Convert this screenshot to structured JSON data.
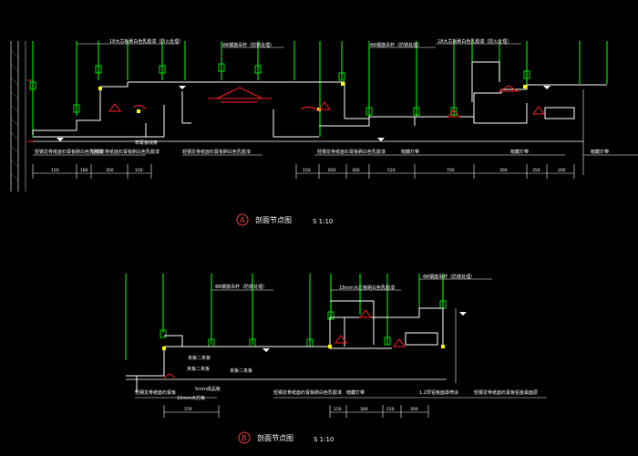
{
  "section_a": {
    "marker": "A",
    "title": "剖面节点图",
    "scale": "S 1:10",
    "notes": {
      "note1": "18大芯板刷白色乳胶漆（防火处理）",
      "note2": "Φ8钢筋吊杆（防锈处理）",
      "note3": "Φ8钢筋吊杆（防锈处理）",
      "note4": "18大芯板刷白色乳胶漆（防火处理）",
      "bottom1": "轻钢龙骨纸面石膏板刷白色乳胶漆",
      "bottom2": "轻钢龙骨纸面石膏板刷白色乳胶漆",
      "bottom3": "轻钢龙骨纸面石膏板刷白色乳胶漆",
      "bottom4": "轻钢龙骨纸面石膏板刷白色乳胶漆",
      "bottom5": "暗藏灯带",
      "bottom6": "石膏板线条",
      "bottom7": "暗藏灯带",
      "bottom8": "暗藏灯带"
    },
    "dims": [
      "120",
      "180",
      "350",
      "150",
      "150",
      "650",
      "300",
      "520",
      "700",
      "300",
      "350",
      "200"
    ]
  },
  "section_b": {
    "marker": "B",
    "title": "剖面节点图",
    "scale": "S 1:10",
    "notes": {
      "note1": "Φ8钢筋吊杆（防锈处理）",
      "note2": "Φ8钢筋吊杆（防锈处理）",
      "note3": "18mm大芯板刷白色乳胶漆",
      "label1": "夹板二夹板",
      "label2": "夹板二夹板",
      "label3": "夹板二夹板",
      "label4": "5mm成品板",
      "label5": "10mm大芯板",
      "bottom1": "轻钢龙骨纸面石膏板",
      "bottom2": "轻钢龙骨纸面石膏板刷白色乳胶漆",
      "bottom3": "暗藏灯带",
      "bottom4": "1.2厚铝板面罩喷涂",
      "bottom5": "轻钢龙骨纸面石膏板铝金属面层"
    },
    "dims": [
      "370",
      "150",
      "300",
      "150",
      "300"
    ]
  },
  "colors": {
    "background": "#000000",
    "rod": "#00e000",
    "structure": "#ffffff",
    "fixture": "#ff2020",
    "dimension": "#ffffff",
    "accent_yellow": "#ffff00"
  }
}
